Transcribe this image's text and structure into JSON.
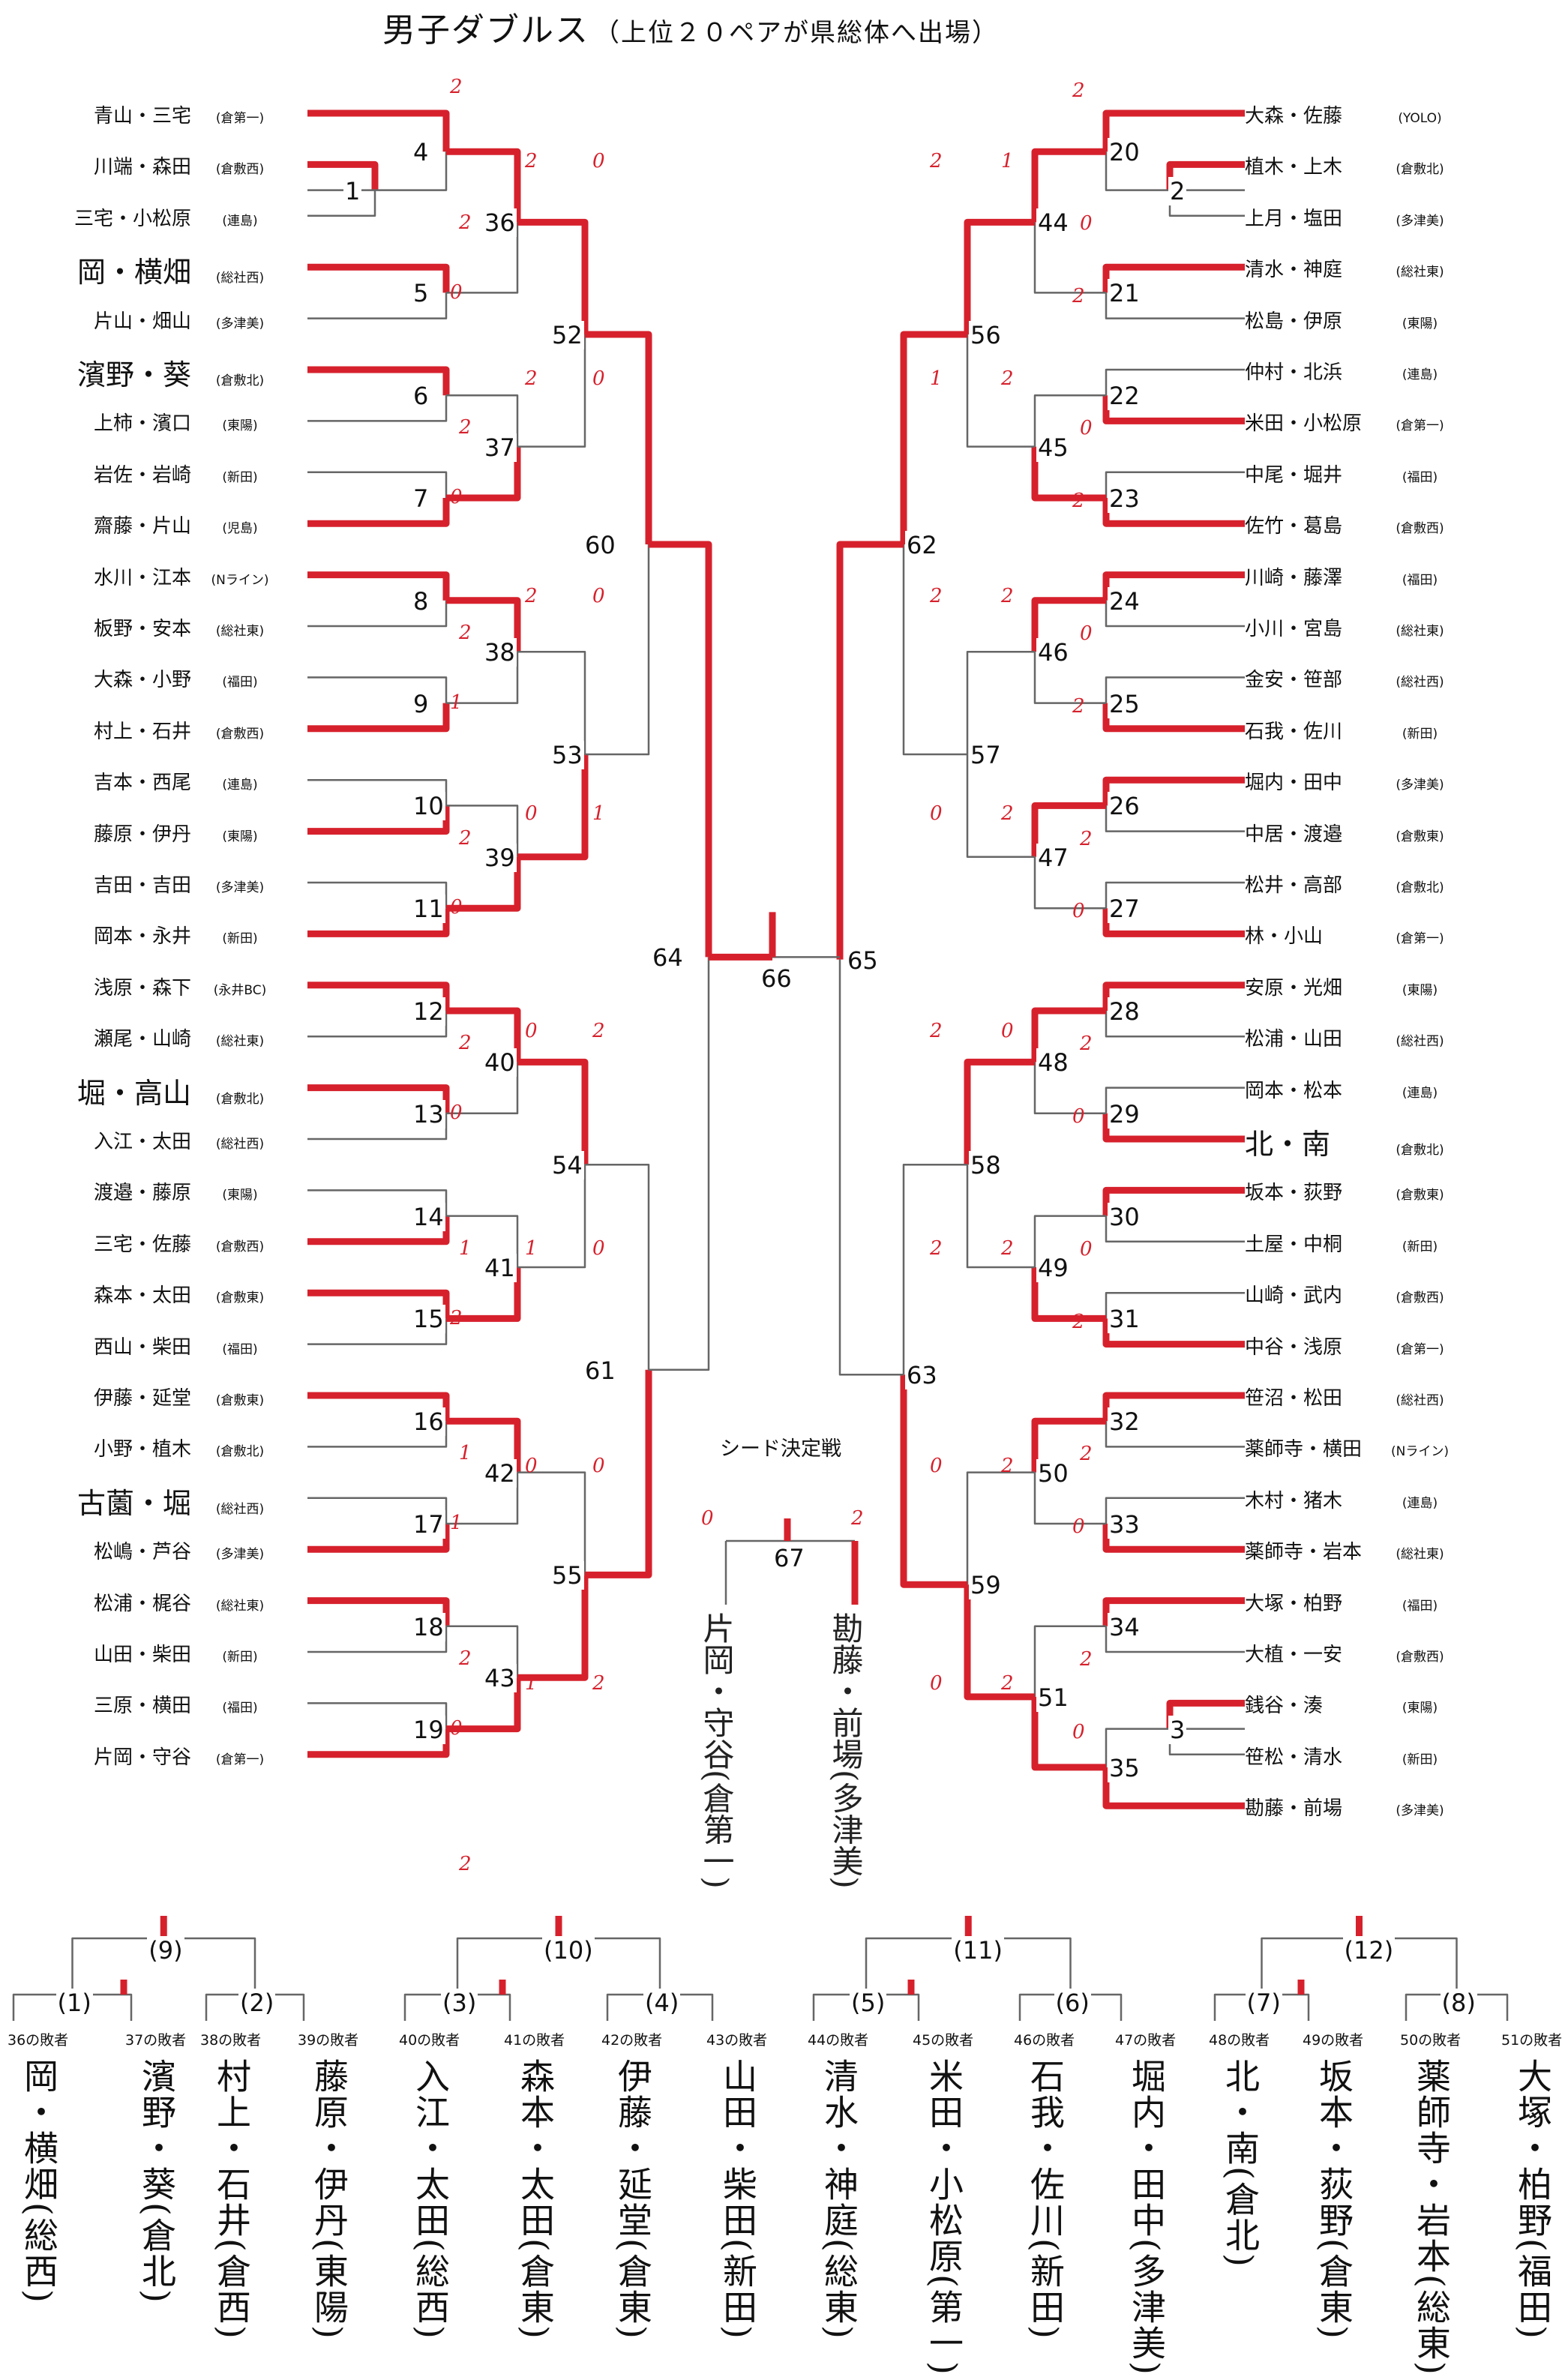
{
  "title": "男子ダブルス",
  "subtitle": "（上位２０ペアが県総体へ出場）",
  "left_teams": [
    {
      "name": "青山・三宅",
      "school": "(倉第一)"
    },
    {
      "name": "川端・森田",
      "school": "(倉敷西)"
    },
    {
      "name": "三宅・小松原",
      "school": "(連島)"
    },
    {
      "name": "岡・横畑",
      "school": "(総社西)",
      "big": true
    },
    {
      "name": "片山・畑山",
      "school": "(多津美)"
    },
    {
      "name": "濱野・葵",
      "school": "(倉敷北)",
      "big": true
    },
    {
      "name": "上柿・濱口",
      "school": "(東陽)"
    },
    {
      "name": "岩佐・岩崎",
      "school": "(新田)"
    },
    {
      "name": "齋藤・片山",
      "school": "(児島)"
    },
    {
      "name": "水川・江本",
      "school": "(Nライン)"
    },
    {
      "name": "板野・安本",
      "school": "(総社東)"
    },
    {
      "name": "大森・小野",
      "school": "(福田)"
    },
    {
      "name": "村上・石井",
      "school": "(倉敷西)"
    },
    {
      "name": "吉本・西尾",
      "school": "(連島)"
    },
    {
      "name": "藤原・伊丹",
      "school": "(東陽)"
    },
    {
      "name": "吉田・吉田",
      "school": "(多津美)"
    },
    {
      "name": "岡本・永井",
      "school": "(新田)"
    },
    {
      "name": "浅原・森下",
      "school": "(永井BC)"
    },
    {
      "name": "瀬尾・山崎",
      "school": "(総社東)"
    },
    {
      "name": "堀・高山",
      "school": "(倉敷北)",
      "big": true
    },
    {
      "name": "入江・太田",
      "school": "(総社西)"
    },
    {
      "name": "渡邉・藤原",
      "school": "(東陽)"
    },
    {
      "name": "三宅・佐藤",
      "school": "(倉敷西)"
    },
    {
      "name": "森本・太田",
      "school": "(倉敷東)"
    },
    {
      "name": "西山・柴田",
      "school": "(福田)"
    },
    {
      "name": "伊藤・延堂",
      "school": "(倉敷東)"
    },
    {
      "name": "小野・植木",
      "school": "(倉敷北)"
    },
    {
      "name": "古薗・堀",
      "school": "(総社西)",
      "big": true
    },
    {
      "name": "松嶋・芦谷",
      "school": "(多津美)"
    },
    {
      "name": "松浦・梶谷",
      "school": "(総社東)"
    },
    {
      "name": "山田・柴田",
      "school": "(新田)"
    },
    {
      "name": "三原・横田",
      "school": "(福田)"
    },
    {
      "name": "片岡・守谷",
      "school": "(倉第一)"
    }
  ],
  "right_teams": [
    {
      "name": "大森・佐藤",
      "school": "(YOLO)"
    },
    {
      "name": "植木・上木",
      "school": "(倉敷北)"
    },
    {
      "name": "上月・塩田",
      "school": "(多津美)"
    },
    {
      "name": "清水・神庭",
      "school": "(総社東)"
    },
    {
      "name": "松島・伊原",
      "school": "(東陽)"
    },
    {
      "name": "仲村・北浜",
      "school": "(連島)"
    },
    {
      "name": "米田・小松原",
      "school": "(倉第一)"
    },
    {
      "name": "中尾・堀井",
      "school": "(福田)"
    },
    {
      "name": "佐竹・葛島",
      "school": "(倉敷西)"
    },
    {
      "name": "川崎・藤澤",
      "school": "(福田)"
    },
    {
      "name": "小川・宮島",
      "school": "(総社東)"
    },
    {
      "name": "金安・笹部",
      "school": "(総社西)"
    },
    {
      "name": "石我・佐川",
      "school": "(新田)"
    },
    {
      "name": "堀内・田中",
      "school": "(多津美)"
    },
    {
      "name": "中居・渡邉",
      "school": "(倉敷東)"
    },
    {
      "name": "松井・高部",
      "school": "(倉敷北)"
    },
    {
      "name": "林・小山",
      "school": "(倉第一)"
    },
    {
      "name": "安原・光畑",
      "school": "(東陽)"
    },
    {
      "name": "松浦・山田",
      "school": "(総社西)"
    },
    {
      "name": "岡本・松本",
      "school": "(連島)"
    },
    {
      "name": "北・南",
      "school": "(倉敷北)",
      "big": true
    },
    {
      "name": "坂本・荻野",
      "school": "(倉敷東)"
    },
    {
      "name": "土屋・中桐",
      "school": "(新田)"
    },
    {
      "name": "山崎・武内",
      "school": "(倉敷西)"
    },
    {
      "name": "中谷・浅原",
      "school": "(倉第一)"
    },
    {
      "name": "笹沼・松田",
      "school": "(総社西)"
    },
    {
      "name": "薬師寺・横田",
      "school": "(Nライン)"
    },
    {
      "name": "木村・猪木",
      "school": "(連島)"
    },
    {
      "name": "薬師寺・岩本",
      "school": "(総社東)"
    },
    {
      "name": "大塚・柏野",
      "school": "(福田)"
    },
    {
      "name": "大植・一安",
      "school": "(倉敷西)"
    },
    {
      "name": "銭谷・湊",
      "school": "(東陽)"
    },
    {
      "name": "笹松・清水",
      "school": "(新田)"
    },
    {
      "name": "勘藤・前場",
      "school": "(多津美)"
    }
  ],
  "match_numbers_left": [
    "1",
    "4",
    "5",
    "6",
    "7",
    "8",
    "9",
    "10",
    "11",
    "12",
    "13",
    "14",
    "15",
    "16",
    "17",
    "18",
    "19",
    "36",
    "37",
    "38",
    "39",
    "40",
    "41",
    "42",
    "43",
    "52",
    "53",
    "54",
    "55",
    "60",
    "61",
    "64"
  ],
  "match_numbers_right": [
    "2",
    "3",
    "20",
    "21",
    "22",
    "23",
    "24",
    "25",
    "26",
    "27",
    "28",
    "29",
    "30",
    "31",
    "32",
    "33",
    "34",
    "35",
    "44",
    "45",
    "46",
    "47",
    "48",
    "49",
    "50",
    "51",
    "56",
    "57",
    "58",
    "59",
    "62",
    "63",
    "65"
  ],
  "final_number": "66",
  "seed_title": "シード決定戦",
  "seed_final_number": "67",
  "seed_final_entrants": [
    "片岡・守谷(倉第一)",
    "勘藤・前場(多津美)"
  ],
  "seed_final_scores": [
    "0",
    "2"
  ],
  "seed_matches": [
    "(9)",
    "(10)",
    "(11)",
    "(12)",
    "(1)",
    "(2)",
    "(3)",
    "(4)",
    "(5)",
    "(6)",
    "(7)",
    "(8)"
  ],
  "seed_sources": [
    "36の敗者",
    "37の敗者",
    "38の敗者",
    "39の敗者",
    "40の敗者",
    "41の敗者",
    "42の敗者",
    "43の敗者",
    "44の敗者",
    "45の敗者",
    "46の敗者",
    "47の敗者",
    "48の敗者",
    "49の敗者",
    "50の敗者",
    "51の敗者"
  ],
  "seed_losers": [
    "岡・横畑(総西)",
    "濱野・葵(倉北)",
    "村上・石井(倉西)",
    "藤原・伊丹(東陽)",
    "入江・太田(総西)",
    "森本・太田(倉東)",
    "伊藤・延堂(倉東)",
    "山田・柴田(新田)",
    "清水・神庭(総東)",
    "米田・小松原(第一)",
    "石我・佐川(新田)",
    "堀内・田中(多津美)",
    "北・南(倉北)",
    "坂本・荻野(倉東)",
    "薬師寺・岩本(総東)",
    "大塚・柏野(福田)"
  ],
  "scores": {
    "left_r1": [
      "2",
      "2",
      "0",
      "2",
      "0",
      "2",
      "1",
      "2",
      "0",
      "2",
      "0",
      "1",
      "2",
      "1",
      "1",
      "2",
      "0",
      "2"
    ],
    "right_r1": [
      "2",
      "0",
      "2",
      "0",
      "2",
      "0",
      "2",
      "2",
      "0",
      "2",
      "0",
      "0",
      "2",
      "2",
      "0",
      "2",
      "0"
    ],
    "misc": [
      "2",
      "0",
      "2",
      "1",
      "2",
      "0",
      "1",
      "2",
      "2",
      "0",
      "2",
      "2",
      "0",
      "1",
      "0",
      "2",
      "0",
      "2",
      "2",
      "0",
      "1",
      "0",
      "2",
      "2",
      "0",
      "0",
      "0",
      "2",
      "1",
      "2",
      "0",
      "2"
    ]
  },
  "colors": {
    "highlight": "#d6212c",
    "line": "#666666",
    "score": "#d6212c"
  }
}
